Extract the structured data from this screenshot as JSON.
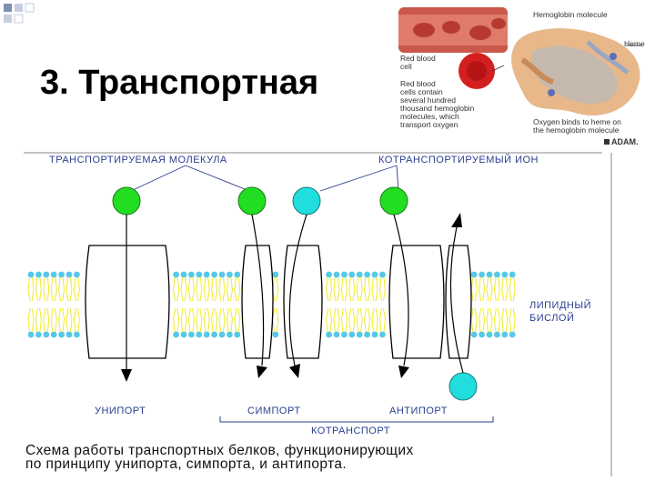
{
  "slide": {
    "title": "3. Транспортная"
  },
  "illustration": {
    "red_blood_cell_label": [
      "Red blood",
      "cell"
    ],
    "rbc_description": [
      "Red blood",
      "cells contain",
      "several hundred",
      "thousand hemoglobin",
      "molecules, which",
      "transport oxygen"
    ],
    "hemoglobin_label": "Hemoglobin molecule",
    "heme_label": "Heme",
    "oxygen_note": [
      "Oxygen binds to heme on",
      "the hemoglobin molecule"
    ],
    "credit": "ADAM."
  },
  "diagram": {
    "transported_molecule_label": "ТРАНСПОРТИРУЕМАЯ МОЛЕКУЛА",
    "cotransported_ion_label": "КОТРАНСПОРТИРУЕМЫЙ ИОН",
    "lipid_bilayer_label": [
      "ЛИПИДНЫЙ",
      "БИСЛОЙ"
    ],
    "uniport_label": "УНИПОРТ",
    "symport_label": "СИМПОРТ",
    "antiport_label": "АНТИПОРТ",
    "cotransport_label": "КОТРАНСПОРТ",
    "colors": {
      "molecule": "#22dd22",
      "ion": "#22dddd",
      "lipid_head": "#55c8e8",
      "lipid_tail": "#f2ea2a",
      "label_text": "#2a3f8f"
    }
  },
  "caption": {
    "lines": [
      "Схема работы транспортных белков, функционирующих",
      "по принципу унипорта, симпорта, и антипорта."
    ]
  }
}
